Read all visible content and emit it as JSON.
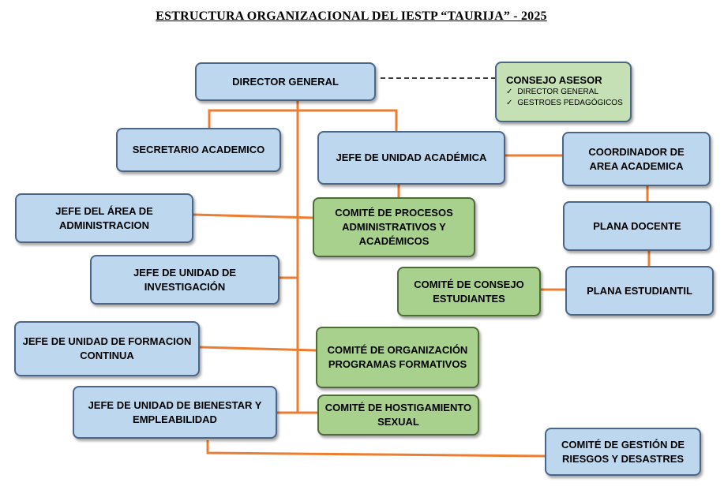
{
  "title": "ESTRUCTURA ORGANIZACIONAL DEL IESTP “TAURIJA” - 2025",
  "colors": {
    "connector": "#ed7d31",
    "box_blue": "#bdd7ee",
    "box_green": "#a9d18e",
    "box_lightgreen": "#c5e0b4"
  },
  "nodes": {
    "director_general": "DIRECTOR GENERAL",
    "consejo_asesor": {
      "title": "CONSEJO ASESOR",
      "items": [
        "DIRECTOR GENERAL",
        "GESTROES PEDAGÓGICOS"
      ],
      "check_icon": "check-icon"
    },
    "secretario_academico": "SECRETARIO ACADEMICO",
    "jefe_unidad_academica": "JEFE DE UNIDAD ACADÉMICA",
    "coordinador_area_academica": "COORDINADOR DE AREA ACADEMICA",
    "jefe_area_administracion": "JEFE DEL ÁREA DE ADMINISTRACION",
    "comite_procesos": "COMITÉ DE PROCESOS ADMINISTRATIVOS Y ACADÉMICOS",
    "plana_docente": "PLANA DOCENTE",
    "jefe_unidad_investigacion": "JEFE DE UNIDAD DE INVESTIGACIÓN",
    "comite_consejo_estudiantes": "COMITÉ DE CONSEJO ESTUDIANTES",
    "plana_estudiantil": "PLANA ESTUDIANTIL",
    "jefe_formacion_continua": "JEFE DE UNIDAD DE FORMACION CONTINUA",
    "comite_programas_formativos": "COMITÉ DE ORGANIZACIÓN PROGRAMAS FORMATIVOS",
    "jefe_bienestar": "JEFE DE UNIDAD DE BIENESTAR Y EMPLEABILIDAD",
    "comite_hostigamiento": "COMITÉ DE HOSTIGAMIENTO SEXUAL",
    "comite_gestion_riesgos": "COMITÉ DE GESTIÓN DE RIESGOS Y DESASTRES"
  }
}
